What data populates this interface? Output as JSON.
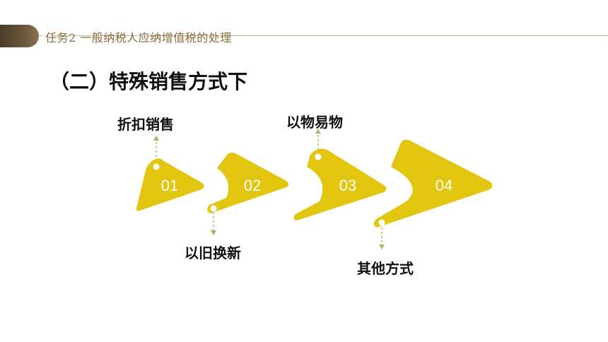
{
  "header": {
    "title": "任务2  一般纳税人应纳增值税的处理"
  },
  "section": {
    "title": "（二）特殊销售方式下"
  },
  "steps": [
    {
      "number": "01",
      "label": "折扣销售"
    },
    {
      "number": "02",
      "label": "以旧换新"
    },
    {
      "number": "03",
      "label": "以物易物"
    },
    {
      "number": "04",
      "label": "其他方式"
    }
  ],
  "colors": {
    "accent": "#e1c50f",
    "header_brown": "#6b5638",
    "connector": "#9bc05a"
  }
}
